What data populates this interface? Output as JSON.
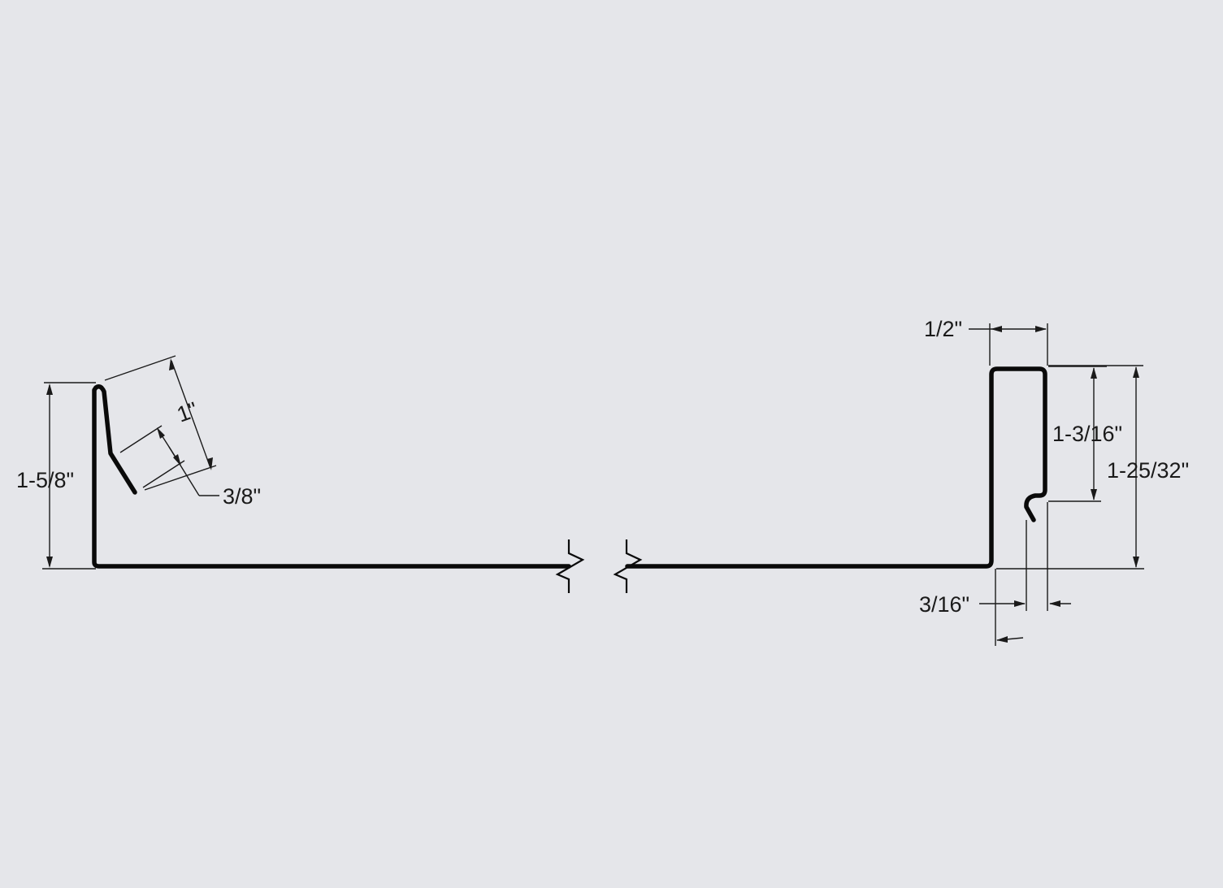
{
  "diagram": {
    "background": "#e5e6ea",
    "line_color": "#0a0a0a",
    "dimensions": {
      "left_height": "1-5/8\"",
      "left_hem_length": "1\"",
      "left_hem_offset": "3/8\"",
      "right_top_width": "1/2\"",
      "right_inner_height": "1-3/16\"",
      "right_total_height": "1-25/32\"",
      "right_bottom_offset": "3/16\""
    }
  }
}
